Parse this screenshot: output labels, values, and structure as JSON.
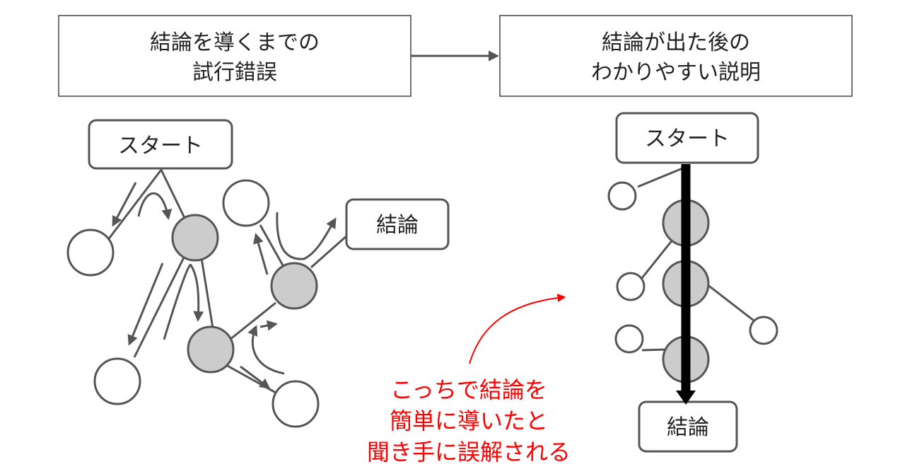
{
  "header": {
    "left_box": [
      "結論を導くまでの",
      "試行錯誤"
    ],
    "right_box": [
      "結論が出た後の",
      "わかりやすい説明"
    ]
  },
  "left_diagram": {
    "start_label": "スタート",
    "conclusion_label": "結論"
  },
  "right_diagram": {
    "start_label": "スタート",
    "conclusion_label": "結論"
  },
  "annotation": [
    "こっちで結論を",
    "簡単に導いたと",
    "聞き手に誤解される"
  ],
  "colors": {
    "stroke": "#555555",
    "node_fill_gray": "#cccccc",
    "node_fill_white": "#ffffff",
    "main_path": "#000000",
    "annotation": "#ff0000"
  }
}
